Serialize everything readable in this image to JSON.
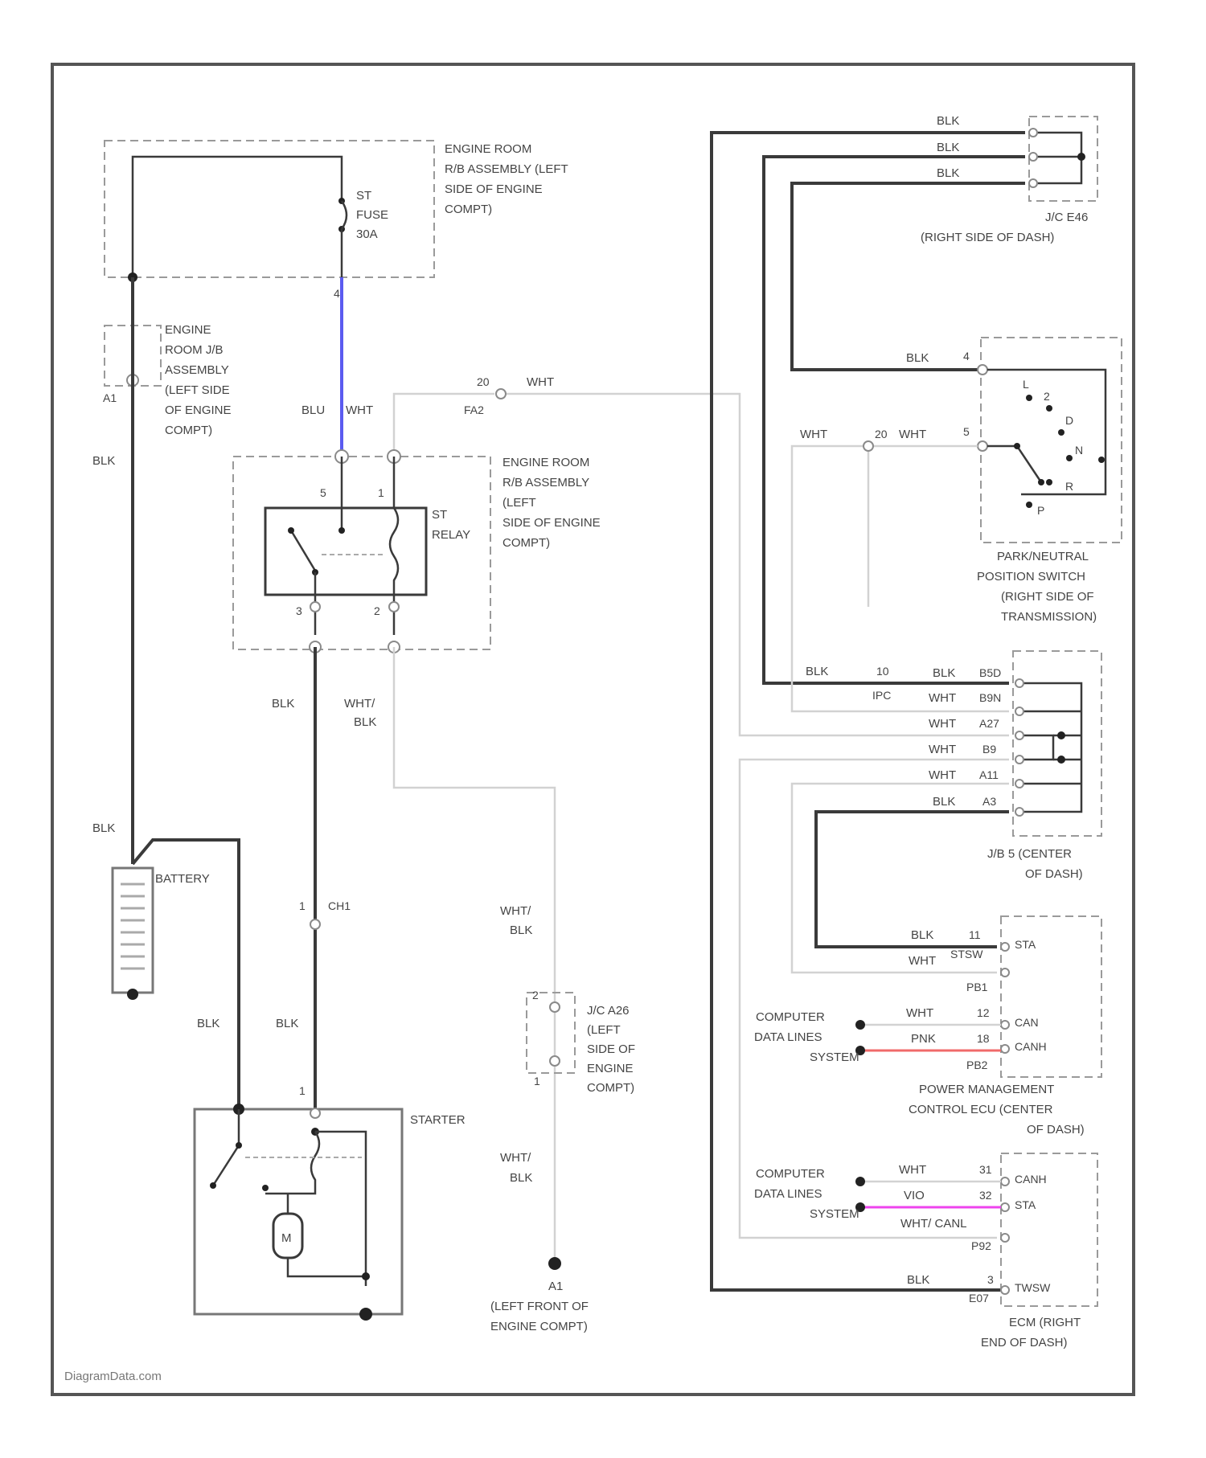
{
  "watermark": "DiagramData.com",
  "components": {
    "engine_room_rb_top": [
      "ENGINE ROOM",
      "R/B ASSEMBLY (LEFT",
      "SIDE OF ENGINE",
      "COMPT)"
    ],
    "st_fuse": [
      "ST",
      "FUSE",
      "30A"
    ],
    "engine_room_jb": [
      "ENGINE",
      "ROOM J/B",
      "ASSEMBLY",
      "(LEFT SIDE",
      "OF ENGINE",
      "COMPT)"
    ],
    "engine_room_rb_mid": [
      "ENGINE ROOM",
      "R/B ASSEMBLY",
      "(LEFT",
      "SIDE OF ENGINE",
      "COMPT)"
    ],
    "st_relay": [
      "ST",
      "RELAY"
    ],
    "battery": "BATTERY",
    "starter": "STARTER",
    "motor": "M",
    "jc_a26": [
      "J/C A26",
      "(LEFT",
      "SIDE OF",
      "ENGINE",
      "COMPT)"
    ],
    "ground_a1": [
      "A1",
      "(LEFT FRONT OF",
      "ENGINE COMPT)"
    ],
    "jc_e46": [
      "J/C E46",
      "(RIGHT SIDE OF DASH)"
    ],
    "pn_switch": [
      "PARK/NEUTRAL",
      "POSITION SWITCH",
      "(RIGHT SIDE OF",
      "TRANSMISSION)"
    ],
    "jb5": [
      "J/B 5 (CENTER",
      "OF DASH)"
    ],
    "pm_ecu": [
      "POWER MANAGEMENT",
      "CONTROL ECU (CENTER",
      "OF DASH)"
    ],
    "ecm": [
      "ECM (RIGHT",
      "END OF DASH)"
    ],
    "computer_data_lines_1": [
      "COMPUTER",
      "DATA LINES",
      "SYSTEM"
    ],
    "computer_data_lines_2": [
      "COMPUTER",
      "DATA LINES",
      "SYSTEM"
    ]
  },
  "wire_labels": {
    "blk_left": "BLK",
    "blk_battery": "BLK",
    "blu": "BLU",
    "wht_relay_top": "WHT",
    "wht_fa2": "WHT",
    "fa2_pin": "20",
    "fa2": "FA2",
    "blk_relay_out": "BLK",
    "wht_blk_relay_out": [
      "WHT/",
      "BLK"
    ],
    "blk_starter_a": "BLK",
    "blk_starter_b": "BLK",
    "ch1": "CH1",
    "ch1_pin": "1",
    "wht_blk_mid": [
      "WHT/",
      "BLK"
    ],
    "wht_blk_low": [
      "WHT/",
      "BLK"
    ],
    "e46_a": "BLK",
    "e46_b": "BLK",
    "e46_c": "BLK",
    "pn_blk": "BLK",
    "pn_wht_left": "WHT",
    "pn_wht_right": "WHT",
    "pn_pin_20": "20",
    "jb5_blk_left": "BLK",
    "jb5_pin_10": "10",
    "jb5_ipc": "IPC",
    "jb5_wires": [
      "BLK",
      "WHT",
      "WHT",
      "WHT",
      "WHT",
      "BLK"
    ],
    "jb5_pins": [
      "B5D",
      "B9N",
      "A27",
      "B9",
      "A11",
      "A3"
    ],
    "pm_wires": [
      "BLK",
      "WHT",
      "WHT",
      "PNK"
    ],
    "pm_pins": [
      "11",
      "STSW",
      "12",
      "18"
    ],
    "pm_conn": [
      "PB1",
      "PB2"
    ],
    "pm_terms": [
      "STA",
      "CAN",
      "CANH"
    ],
    "ecm_wires": [
      "WHT",
      "VIO",
      "WHT/ CANL",
      "BLK"
    ],
    "ecm_pins": [
      "31",
      "32",
      "3"
    ],
    "ecm_conn": [
      "P92",
      "E07"
    ],
    "ecm_terms": [
      "CANH",
      "STA",
      "TWSW"
    ]
  },
  "pin_numbers": {
    "fuse_bottom": "4",
    "jb_a1": "A1",
    "relay_5": "5",
    "relay_1": "1",
    "relay_3": "3",
    "relay_2": "2",
    "starter_1": "1",
    "a26_top": "2",
    "a26_bottom": "1",
    "pn_4": "4",
    "pn_5": "5",
    "pn_positions": [
      "L",
      "2",
      "D",
      "N",
      "R",
      "P"
    ]
  },
  "colors": {
    "blu_wire": "#5b5bf0",
    "pnk_wire": "#f06a6a",
    "vio_wire": "#ee44ee",
    "black_wire": "#3a3a3a",
    "white_wire": "#d2d2d2"
  }
}
